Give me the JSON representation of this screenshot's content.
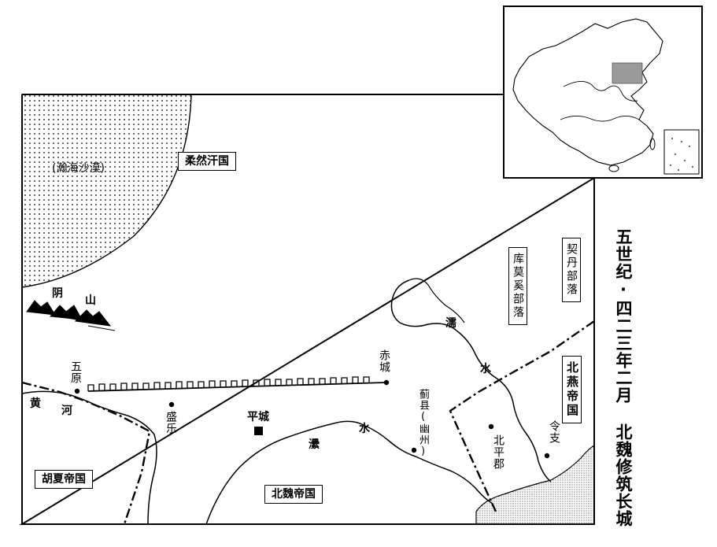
{
  "title": "五世纪·四二三年二月 北魏修筑长城",
  "regions": {
    "rouran": "柔然汗国",
    "hanhai": "(瀚海沙漠)",
    "kumoxi": "库莫奚部落",
    "qidan": "契丹部落",
    "beiyan": "北燕帝国",
    "huxia": "胡夏帝国",
    "beiwei": "北魏帝国"
  },
  "features": {
    "yinshan_1": "阴",
    "yinshan_2": "山",
    "huanghe_1": "黄",
    "huanghe_2": "河",
    "ru_1": "濡",
    "ru_2": "水",
    "lei_1": "㶟",
    "lei_2": "水"
  },
  "cities": {
    "wuyuan": "五原",
    "chicheng": "赤城",
    "shengle": "盛乐",
    "pingcheng": "平城",
    "jixian": "蓟县(幽州)",
    "beiping": "北平郡",
    "lingzhi": "令支"
  },
  "colors": {
    "ink": "#000000",
    "paper": "#ffffff",
    "inset_highlight": "#9a9a9a"
  }
}
